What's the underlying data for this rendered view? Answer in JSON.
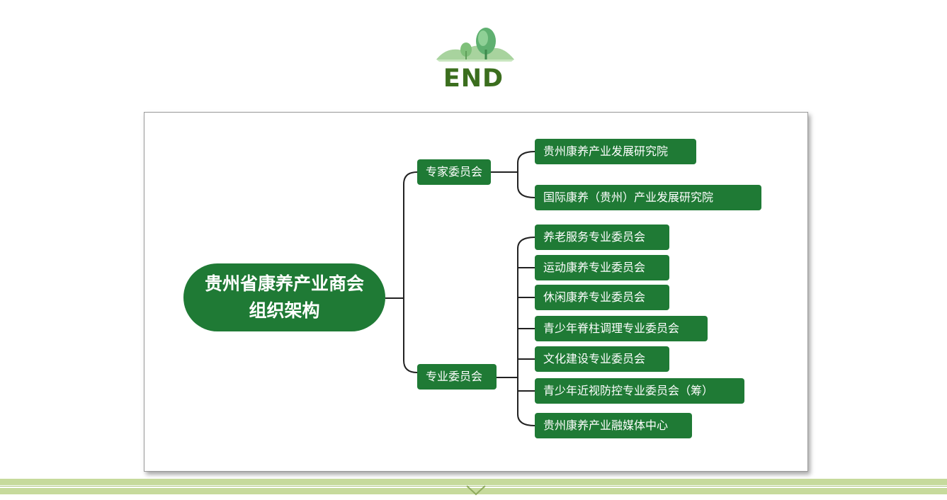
{
  "header": {
    "title": "END"
  },
  "diagram": {
    "root_lines": [
      "贵州省康养产业商会",
      "组织架构"
    ],
    "branches": [
      {
        "label": "专家委员会",
        "children": [
          "贵州康养产业发展研究院",
          "国际康养（贵州）产业发展研究院"
        ]
      },
      {
        "label": "专业委员会",
        "children": [
          "养老服务专业委员会",
          "运动康养专业委员会",
          "休闲康养专业委员会",
          "青少年脊柱调理专业委员会",
          "文化建设专业委员会",
          "青少年近视防控专业委员会（筹）",
          "贵州康养产业融媒体中心"
        ]
      }
    ]
  },
  "colors": {
    "node_fill": "#1f7a35",
    "title_green": "#3b6e1e",
    "band_green": "#c6da9c",
    "connector": "#222222"
  },
  "icons": {
    "logo": "tree-landscape-icon",
    "footer": "chevron-down-icon"
  }
}
